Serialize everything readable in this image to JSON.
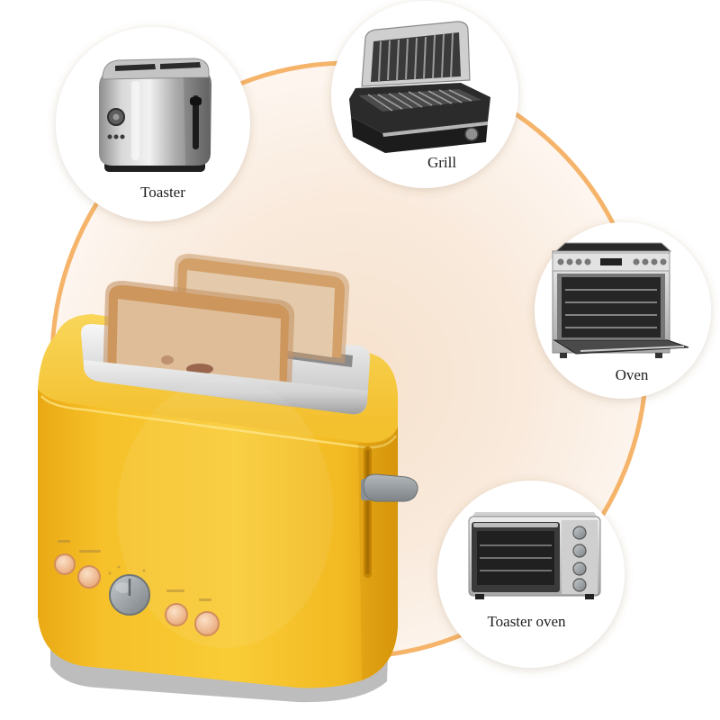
{
  "appliances": [
    {
      "label": "Toaster",
      "icon": "toaster-icon"
    },
    {
      "label": "Grill",
      "icon": "grill-icon"
    },
    {
      "label": "Oven",
      "icon": "oven-icon"
    },
    {
      "label": "Toaster oven",
      "icon": "toaster-oven-icon"
    }
  ],
  "product": {
    "icon": "yellow-toaster-with-toast-bags-icon",
    "body_color": "#f7c52c"
  },
  "colors": {
    "ring": "#f5b46a",
    "glow": "#f6e1cc",
    "label_text": "#1e1e1e",
    "background": "#ffffff"
  }
}
